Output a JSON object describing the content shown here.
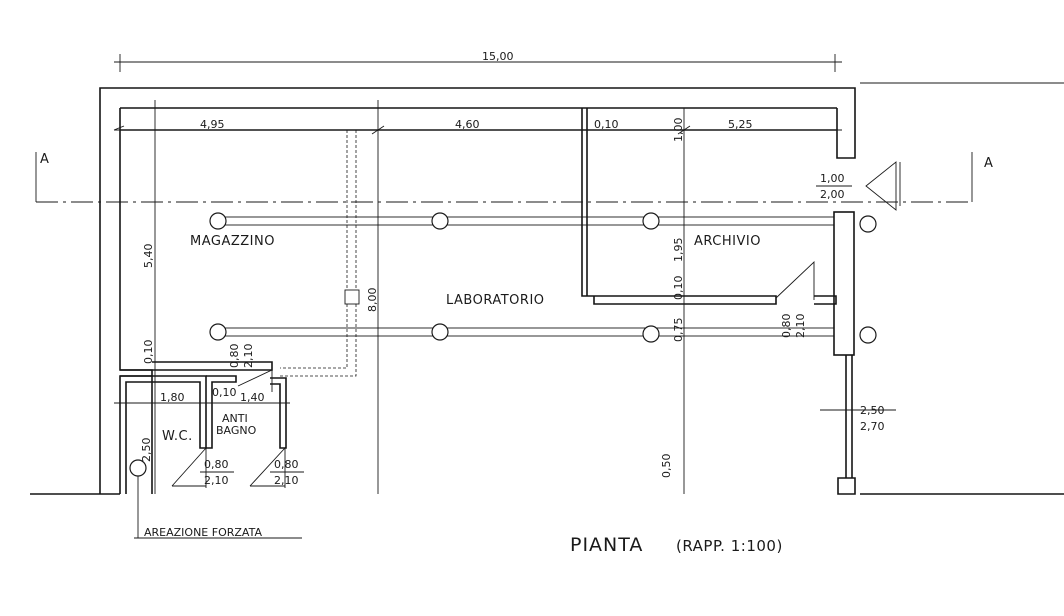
{
  "dimensions": {
    "overall_width": "15,00",
    "magazzino_width": "4,95",
    "laboratorio_width": "4,60",
    "partition_thickness": "0,10",
    "entry_depth": "1,00",
    "archivio_width": "5,25",
    "magazzino_depth": "5,40",
    "total_depth": "8,00",
    "wall_thickness_left": "0,10",
    "wc_width": "1,80",
    "antibagno_wall": "0,10",
    "antibagno_width": "1,40",
    "wc_depth": "2,50",
    "archivio_depth": "1,95",
    "archivio_wall": "0,10",
    "corridor_depth": "0,75",
    "bottom_offset": "0,50"
  },
  "openings": {
    "entry_top": "1,00",
    "entry_bottom": "2,00",
    "door_archivio_top": "0,80",
    "door_archivio_bottom": "2,10",
    "door_antibagno_top": "0,80",
    "door_antibagno_bottom": "2,10",
    "door_wc_top": "0,80",
    "door_wc_bottom": "2,10",
    "door_bagno_top": "0,80",
    "door_bagno_bottom": "2,10",
    "window_top": "2,50",
    "window_bottom": "2,70"
  },
  "rooms": {
    "magazzino": "MAGAZZINO",
    "laboratorio": "LABORATORIO",
    "archivio": "ARCHIVIO",
    "wc": "W.C.",
    "anti": "ANTI",
    "bagno": "BAGNO"
  },
  "section_marks": {
    "left": "A",
    "right": "A"
  },
  "notes": {
    "ventilation": "AREAZIONE FORZATA"
  },
  "title": {
    "main": "PIANTA",
    "scale": "(RAPP. 1:100)"
  }
}
